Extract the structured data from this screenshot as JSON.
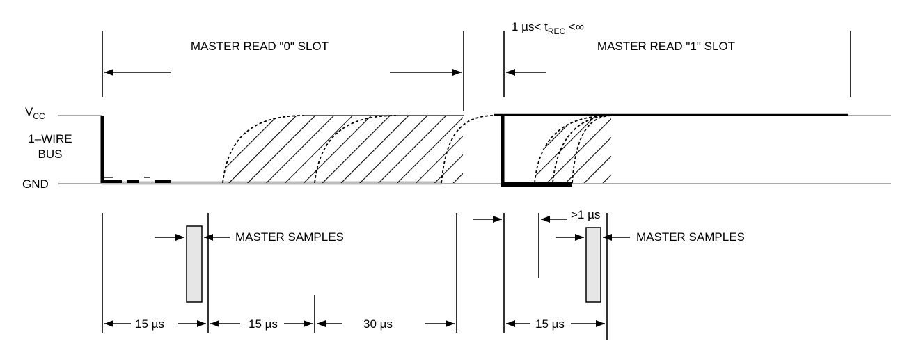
{
  "labels": {
    "slot0": "MASTER READ \"0\" SLOT",
    "slot1": "MASTER READ \"1\" SLOT",
    "vcc_main": "V",
    "vcc_sub": "CC",
    "bus_line1": "1–WIRE",
    "bus_line2": "BUS",
    "gnd": "GND",
    "trec_pre": "1 µs< t",
    "trec_sub": "REC",
    "trec_post": " <∞",
    "samples0": "MASTER SAMPLES",
    "samples1": "MASTER SAMPLES",
    "gt1us": ">1 µs",
    "t15a": "15 µs",
    "t15b": "15 µs",
    "t30": "30 µs",
    "t15c": "15 µs"
  }
}
